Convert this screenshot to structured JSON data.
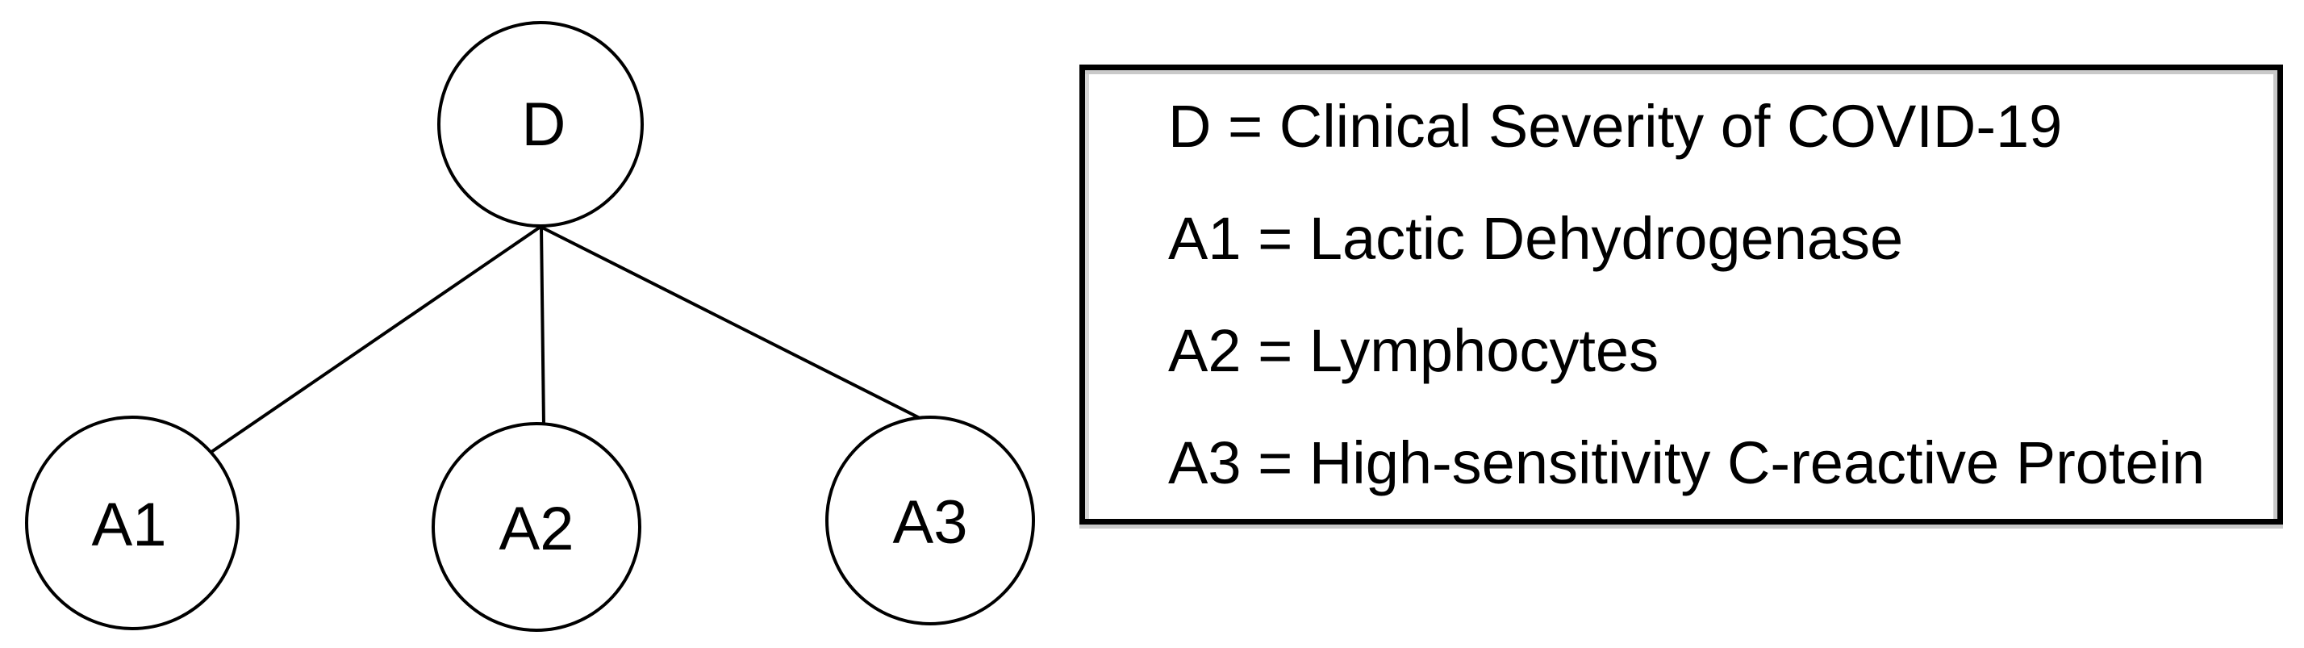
{
  "diagram": {
    "nodes": [
      {
        "id": "D",
        "label": "D"
      },
      {
        "id": "A1",
        "label": "A1"
      },
      {
        "id": "A2",
        "label": "A2"
      },
      {
        "id": "A3",
        "label": "A3"
      }
    ],
    "edges": [
      {
        "from": "D",
        "to": "A1"
      },
      {
        "from": "D",
        "to": "A2"
      },
      {
        "from": "D",
        "to": "A3"
      }
    ]
  },
  "legend": {
    "items": [
      {
        "text": "D = Clinical Severity of COVID-19"
      },
      {
        "text": "A1 = Lactic Dehydrogenase"
      },
      {
        "text": "A2 = Lymphocytes"
      },
      {
        "text": "A3 = High-sensitivity C-reactive Protein"
      }
    ]
  },
  "colors": {
    "ink": "#000000",
    "background": "#ffffff",
    "border_halo": "#c9c9c9"
  }
}
